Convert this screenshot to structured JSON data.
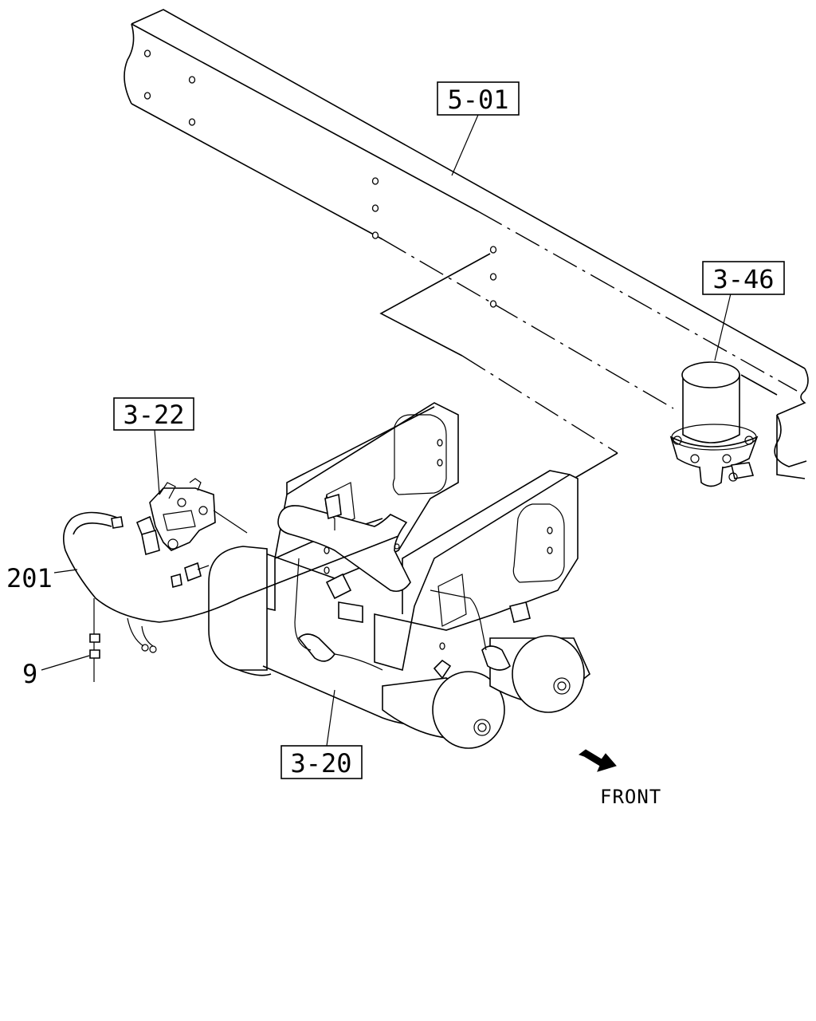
{
  "callouts": {
    "frame": "5-01",
    "dryer": "3-46",
    "valve": "3-22",
    "tanks": "3-20"
  },
  "labels": {
    "harness": "201",
    "clip": "9",
    "direction": "FRONT"
  },
  "direction_icon": "arrow-icon"
}
